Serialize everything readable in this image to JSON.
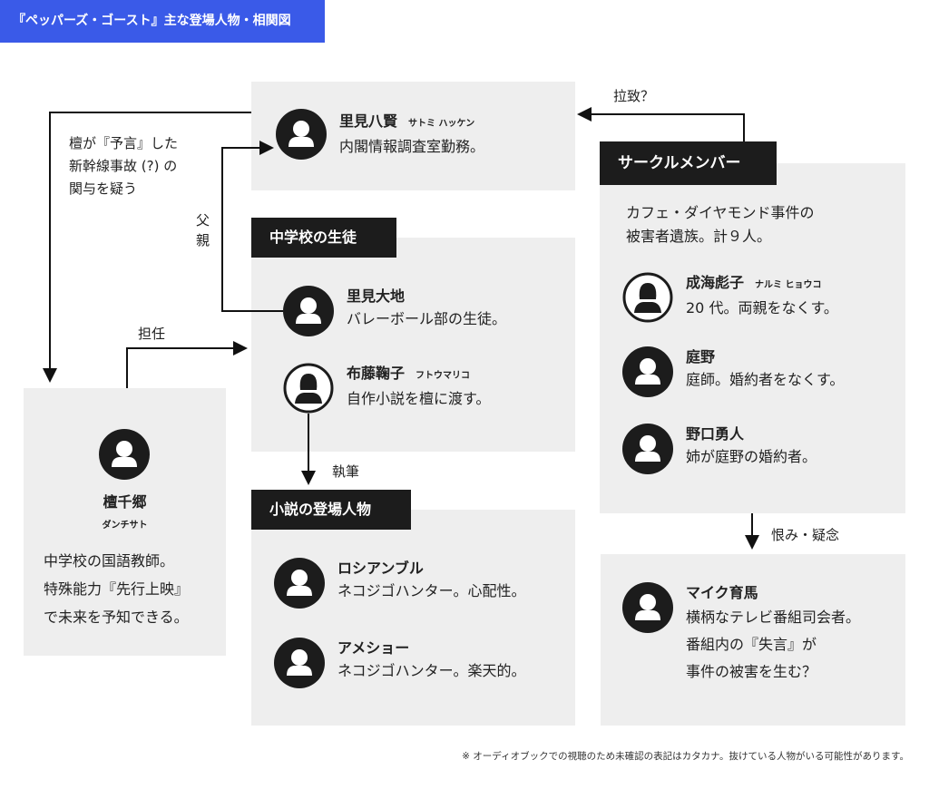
{
  "title": "『ペッパーズ・ゴースト』主な登場人物・相関図",
  "groups": {
    "school": "中学校の生徒",
    "novel": "小説の登場人物",
    "circle": "サークルメンバー",
    "circle_desc": [
      "カフェ・ダイヤモンド事件の",
      "被害者遺族。計９人。"
    ]
  },
  "people": {
    "hakken": {
      "name": "里見八賢",
      "kana": "サトミ ハッケン",
      "desc": "内閣情報調査室勤務。"
    },
    "daichi": {
      "name": "里見大地",
      "desc": "バレーボール部の生徒。"
    },
    "mariko": {
      "name": "布藤鞠子",
      "kana": "フトウマリコ",
      "desc": "自作小説を檀に渡す。"
    },
    "roshi": {
      "name": "ロシアンブル",
      "desc": "ネコジゴハンター。心配性。"
    },
    "ame": {
      "name": "アメショー",
      "desc": "ネコジゴハンター。楽天的。"
    },
    "narumi": {
      "name": "成海彪子",
      "kana": "ナルミ ヒョウコ",
      "desc": "20 代。両親をなくす。"
    },
    "niwano": {
      "name": "庭野",
      "desc": "庭師。婚約者をなくす。"
    },
    "noguchi": {
      "name": "野口勇人",
      "desc": "姉が庭野の婚約者。"
    },
    "maiku": {
      "name": "マイク育馬",
      "desc": [
        "横柄なテレビ番組司会者。",
        "番組内の『失言』が",
        "事件の被害を生む？"
      ]
    },
    "dan": {
      "name": "檀千郷",
      "kana": "ダンチサト",
      "desc": [
        "中学校の国語教師。",
        "特殊能力『先行上映』",
        "で未来を予知できる。"
      ]
    }
  },
  "relations": {
    "suspect": [
      "檀が『予言』した",
      "新幹線事故 (?) の",
      "関与を疑う"
    ],
    "father": "父親",
    "teacher": "担任",
    "wrote": "執筆",
    "kidnap": "拉致？",
    "grudge": "恨み・疑念"
  },
  "footnote": "※ オーディオブックでの視聴のため未確認の表記はカタカナ。抜けている人物がいる可能性があります。",
  "colors": {
    "accent": "#3a5ae8",
    "box": "#eeeeee",
    "label": "#1c1c1c"
  }
}
